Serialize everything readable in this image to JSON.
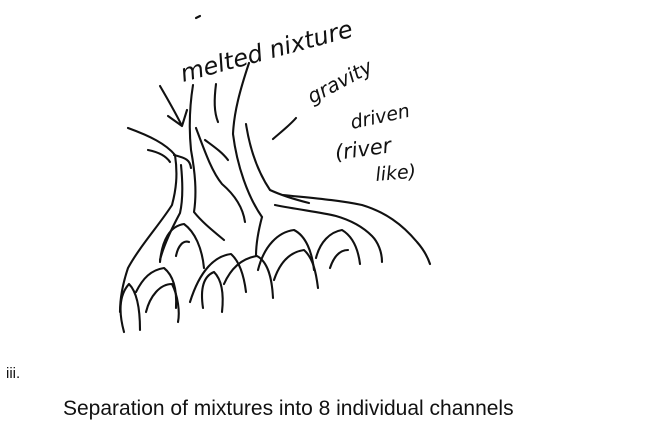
{
  "diagram": {
    "labels": {
      "melted_mixture": "melted nixture",
      "gravity_driven": [
        "gravity",
        "driven",
        "(river",
        "like)"
      ]
    }
  },
  "list_marker": "iii.",
  "caption": "Separation of mixtures into 8 individual channels"
}
